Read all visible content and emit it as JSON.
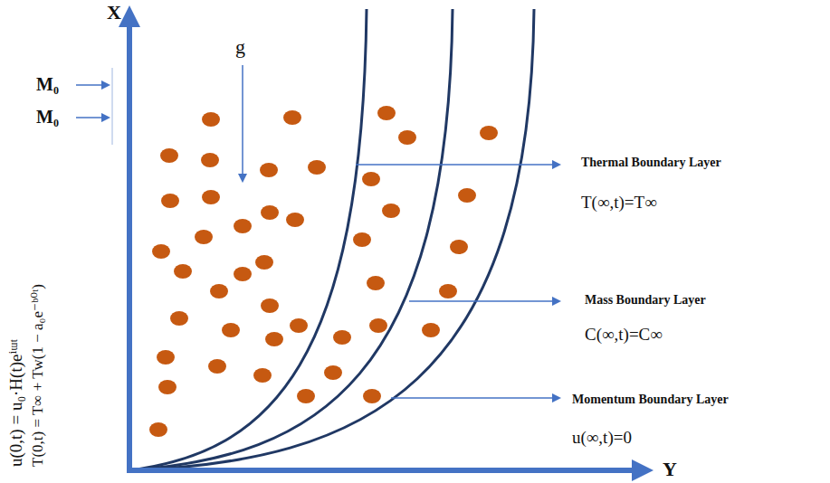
{
  "diagram": {
    "labels": [
      "X",
      "Y",
      "g",
      "M₀",
      "M₀",
      "u(0,t) = u₀·H(t)eⁱᵚᵗ",
      "T(0,t) = T∞ + Tw(1 − a₀e⁻ᵇ⁰ᵗ)",
      "Thermal Boundary Layer",
      "T(∞,t)=T∞",
      "Mass Boundary Layer",
      "C(∞,t)=C∞",
      "Momentum Boundary Layer",
      "u(∞,t)=0"
    ]
  }
}
